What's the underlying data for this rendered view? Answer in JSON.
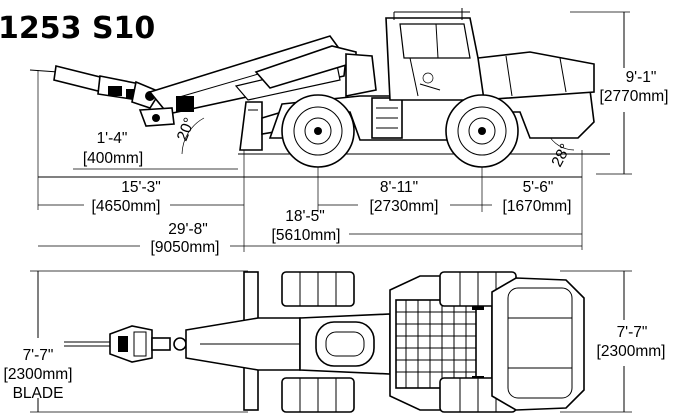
{
  "title": "1253 S10",
  "side_view": {
    "height": {
      "ft": "9'-1\"",
      "mm": "[2770mm]"
    },
    "boom_reach": {
      "ft": "1'-4\"",
      "mm": "[400mm]"
    },
    "front_angle": "20°",
    "rear_angle": "28°",
    "front_overhang": {
      "ft": "15'-3\"",
      "mm": "[4650mm]"
    },
    "wheelbase": {
      "ft": "8'-11\"",
      "mm": "[2730mm]"
    },
    "rear_overhang": {
      "ft": "5'-6\"",
      "mm": "[1670mm]"
    },
    "machine_length": {
      "ft": "18'-5\"",
      "mm": "[5610mm]"
    },
    "overall_length": {
      "ft": "29'-8\"",
      "mm": "[9050mm]"
    }
  },
  "top_view": {
    "blade_width": {
      "ft": "7'-7\"",
      "mm": "[2300mm]",
      "label": "BLADE"
    },
    "machine_width": {
      "ft": "7'-7\"",
      "mm": "[2300mm]"
    }
  },
  "colors": {
    "ink": "#000000",
    "paper": "#ffffff"
  }
}
